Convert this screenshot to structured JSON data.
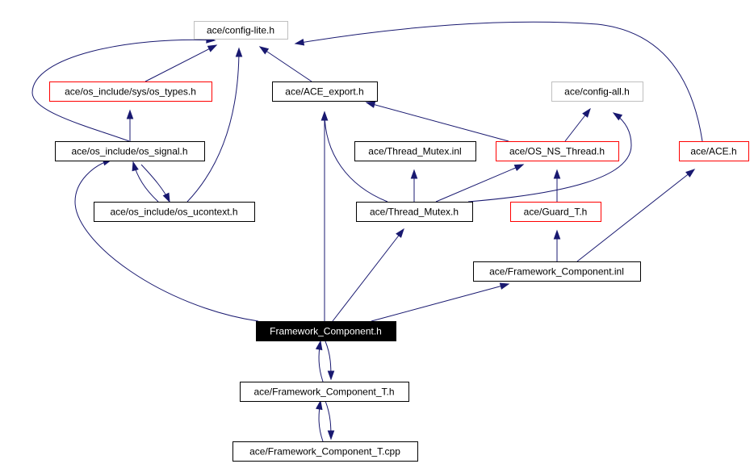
{
  "colors": {
    "edge": "#191970",
    "border_default": "#000000",
    "border_documented": "#ff0000",
    "border_external": "#bfbfbf",
    "focus_fill": "#000000",
    "focus_text": "#ffffff"
  },
  "nodes": [
    {
      "id": "config_lite",
      "label": "ace/config-lite.h",
      "style": "external"
    },
    {
      "id": "os_types",
      "label": "ace/os_include/sys/os_types.h",
      "style": "documented"
    },
    {
      "id": "ace_export",
      "label": "ace/ACE_export.h",
      "style": "default"
    },
    {
      "id": "config_all",
      "label": "ace/config-all.h",
      "style": "external"
    },
    {
      "id": "os_signal",
      "label": "ace/os_include/os_signal.h",
      "style": "default"
    },
    {
      "id": "thread_mutex_inl",
      "label": "ace/Thread_Mutex.inl",
      "style": "default"
    },
    {
      "id": "os_ns_thread",
      "label": "ace/OS_NS_Thread.h",
      "style": "documented"
    },
    {
      "id": "ace_h",
      "label": "ace/ACE.h",
      "style": "documented"
    },
    {
      "id": "os_ucontext",
      "label": "ace/os_include/os_ucontext.h",
      "style": "default"
    },
    {
      "id": "thread_mutex_h",
      "label": "ace/Thread_Mutex.h",
      "style": "default"
    },
    {
      "id": "guard_t",
      "label": "ace/Guard_T.h",
      "style": "documented"
    },
    {
      "id": "fc_inl",
      "label": "ace/Framework_Component.inl",
      "style": "default"
    },
    {
      "id": "fc_h",
      "label": "Framework_Component.h",
      "style": "focus"
    },
    {
      "id": "fc_t_h",
      "label": "ace/Framework_Component_T.h",
      "style": "default"
    },
    {
      "id": "fc_t_cpp",
      "label": "ace/Framework_Component_T.cpp",
      "style": "default"
    }
  ]
}
